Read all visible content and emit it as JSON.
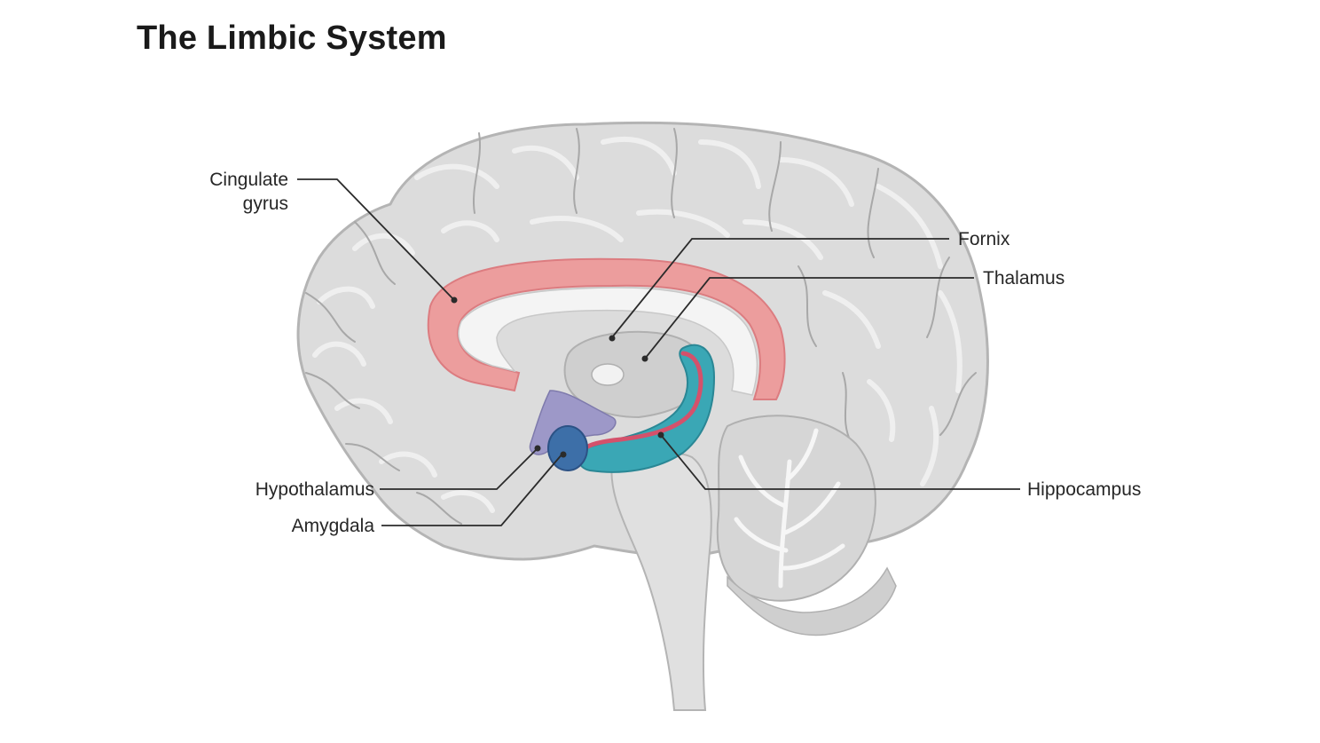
{
  "title": "The Limbic System",
  "labels": {
    "cingulate_gyrus_line1": "Cingulate",
    "cingulate_gyrus_line2": "gyrus",
    "fornix": "Fornix",
    "thalamus": "Thalamus",
    "hypothalamus": "Hypothalamus",
    "amygdala": "Amygdala",
    "hippocampus": "Hippocampus"
  },
  "colors": {
    "brain": "#dcdcdc",
    "brain_outline": "#b4b4b4",
    "cingulate_gyrus": "#ec9d9d",
    "hippocampus": "#3aa7b5",
    "amygdala": "#3d6fa8",
    "hypothalamus": "#9d98c8",
    "fornix_stripe": "#d4516b",
    "leader_line": "#2b2b2b"
  }
}
